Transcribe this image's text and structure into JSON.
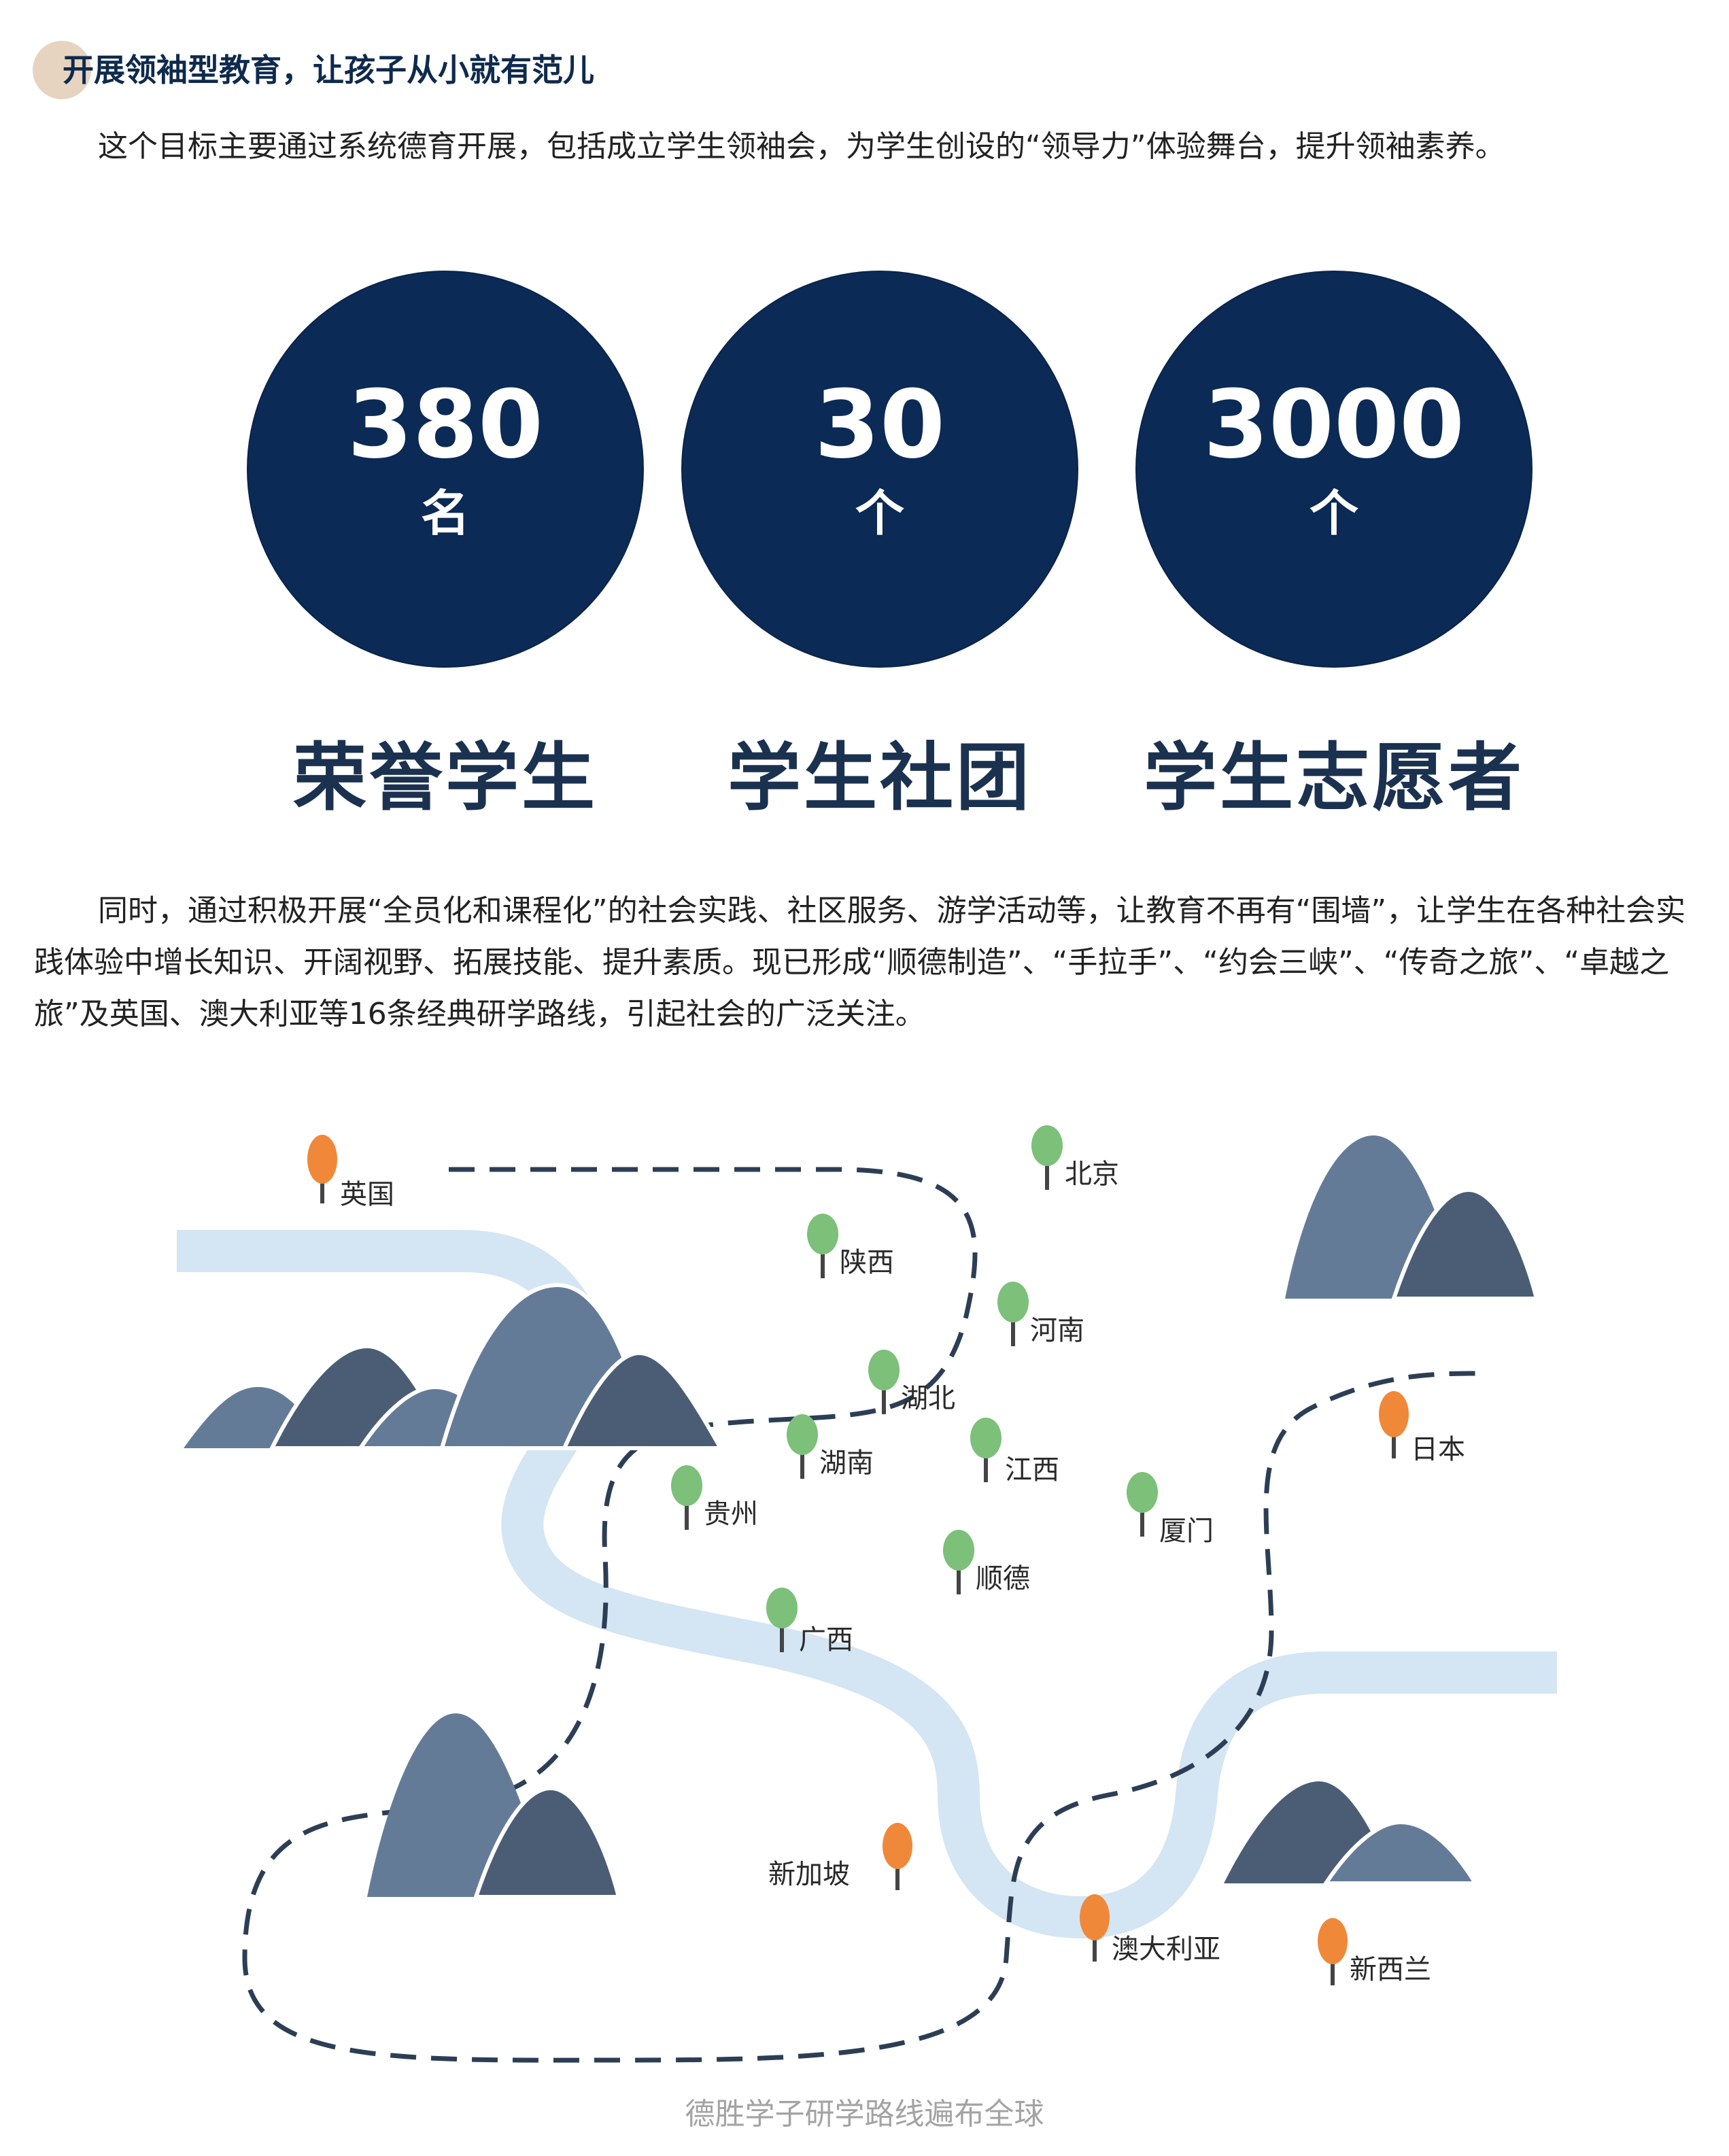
{
  "heading": "开展领袖型教育，让孩子从小就有范儿",
  "paragraph1": "这个目标主要通过系统德育开展，包括成立学生领袖会，为学生创设的“领导力”体验舞台，提升领袖素养。",
  "stats": [
    {
      "number": "380",
      "unit": "名",
      "label": "荣誉学生"
    },
    {
      "number": "30",
      "unit": "个",
      "label": "学生社团"
    },
    {
      "number": "3000",
      "unit": "个",
      "label": "学生志愿者"
    }
  ],
  "paragraph2": "同时，通过积极开展“全员化和课程化”的社会实践、社区服务、游学活动等，让教育不再有“围墙”，让学生在各种社会实践体验中增长知识、开阔视野、拓展技能、提升素质。现已形成“顺德制造”、“手拉手”、“约会三峡”、“传奇之旅”、“卓越之旅”及英国、澳大利亚等16条经典研学路线，引起社会的广泛关注。",
  "map": {
    "places": [
      "英国",
      "北京",
      "陕西",
      "河南",
      "湖北",
      "日本",
      "湖南",
      "江西",
      "贵州",
      "厦门",
      "顺德",
      "广西",
      "新加坡",
      "澳大利亚",
      "新西兰"
    ],
    "colors": {
      "domestic_tree": "#7cc07a",
      "overseas_tree": "#f0883a",
      "river": "#d4e5f3",
      "mountain_light": "#647b98",
      "mountain_dark": "#4a5d75",
      "route": "#2c3e55"
    }
  },
  "caption": "德胜学子研学路线遍布全球"
}
